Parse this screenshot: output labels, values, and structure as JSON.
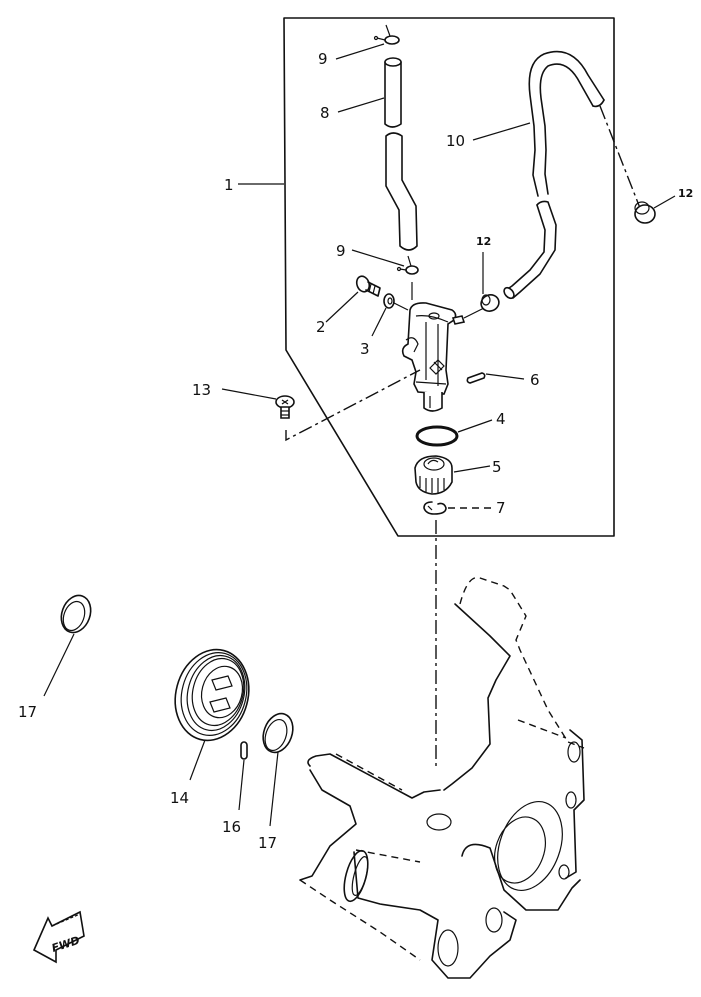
{
  "diagram": {
    "title": "Water pump / hose assembly exploded parts view",
    "callouts": {
      "c1": "1",
      "c2": "2",
      "c3": "3",
      "c4": "4",
      "c5": "5",
      "c6": "6",
      "c7": "7",
      "c8": "8",
      "c9_top": "9",
      "c9_bottom": "9",
      "c10": "10",
      "c12_right": "12",
      "c12_inner": "12",
      "c13": "13",
      "c14": "14",
      "c16": "16",
      "c17_left": "17",
      "c17_right": "17"
    },
    "direction_badge": "FWD"
  }
}
